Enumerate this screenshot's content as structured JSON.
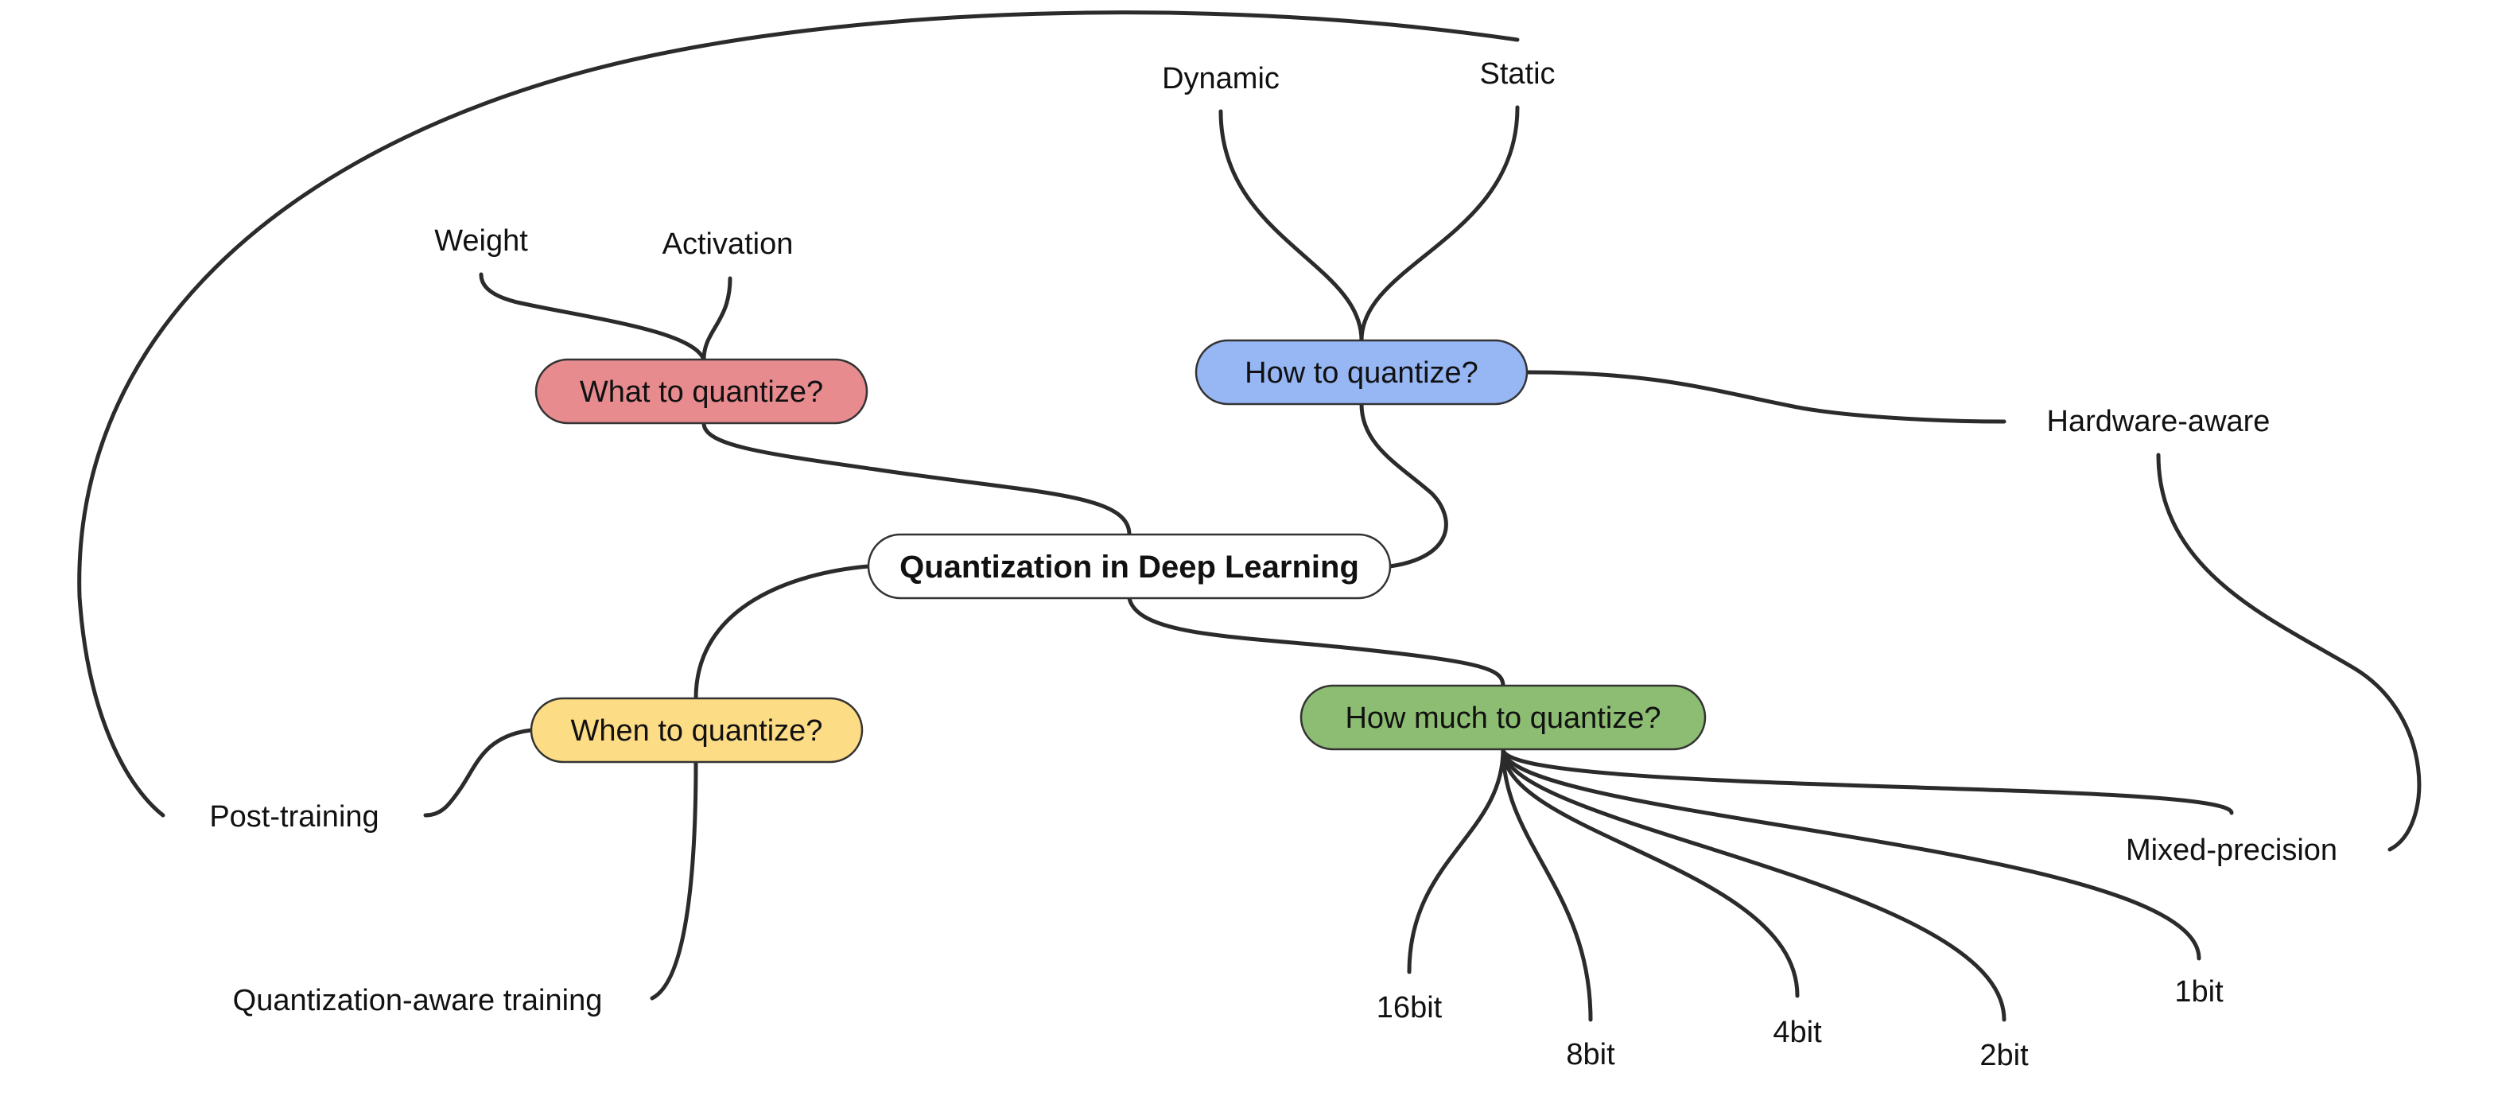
{
  "diagram": {
    "root": {
      "label": "Quantization in Deep Learning",
      "fill": "#ffffff"
    },
    "branches": {
      "what": {
        "label": "What to quantize?",
        "fill": "#e78b8f",
        "leaves": {
          "weight": "Weight",
          "activation": "Activation"
        }
      },
      "how": {
        "label": "How to quantize?",
        "fill": "#97b6f4",
        "leaves": {
          "dynamic": "Dynamic",
          "static": "Static",
          "hardware_aware": "Hardware-aware"
        }
      },
      "when": {
        "label": "When to quantize?",
        "fill": "#fddc86",
        "leaves": {
          "post_training": "Post-training",
          "qat": "Quantization-aware training"
        }
      },
      "how_much": {
        "label": "How much to quantize?",
        "fill": "#8dbd72",
        "leaves": {
          "b16": "16bit",
          "b8": "8bit",
          "b4": "4bit",
          "b2": "2bit",
          "b1": "1bit",
          "mixed": "Mixed-precision"
        }
      }
    }
  }
}
